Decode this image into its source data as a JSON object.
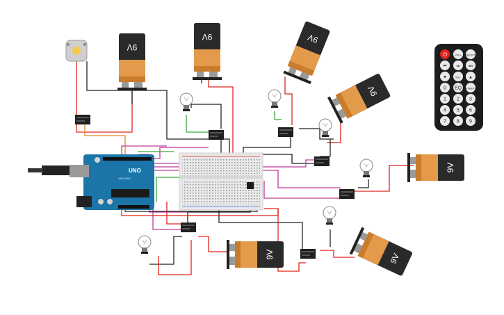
{
  "canvas": {
    "background": "#ffffff"
  },
  "arduino": {
    "board_text": "UNO",
    "brand_text": "ARDUINO",
    "color": "#1b75a8"
  },
  "battery": {
    "label": "9V"
  },
  "remote": {
    "buttons": [
      "VOL+",
      "FUNC/STOP",
      "VOL-",
      "EQ",
      "ST/REPT",
      "0",
      "1",
      "2",
      "3",
      "4",
      "5",
      "6",
      "7",
      "8",
      "9"
    ]
  },
  "colors": {
    "red_wire": "#e0231c",
    "black_wire": "#222222",
    "green_wire": "#3aa63a",
    "pink_wire": "#c0399a",
    "orange_wire": "#e58a1c",
    "battery_orange": "#d98a3a",
    "battery_dark": "#222222"
  }
}
